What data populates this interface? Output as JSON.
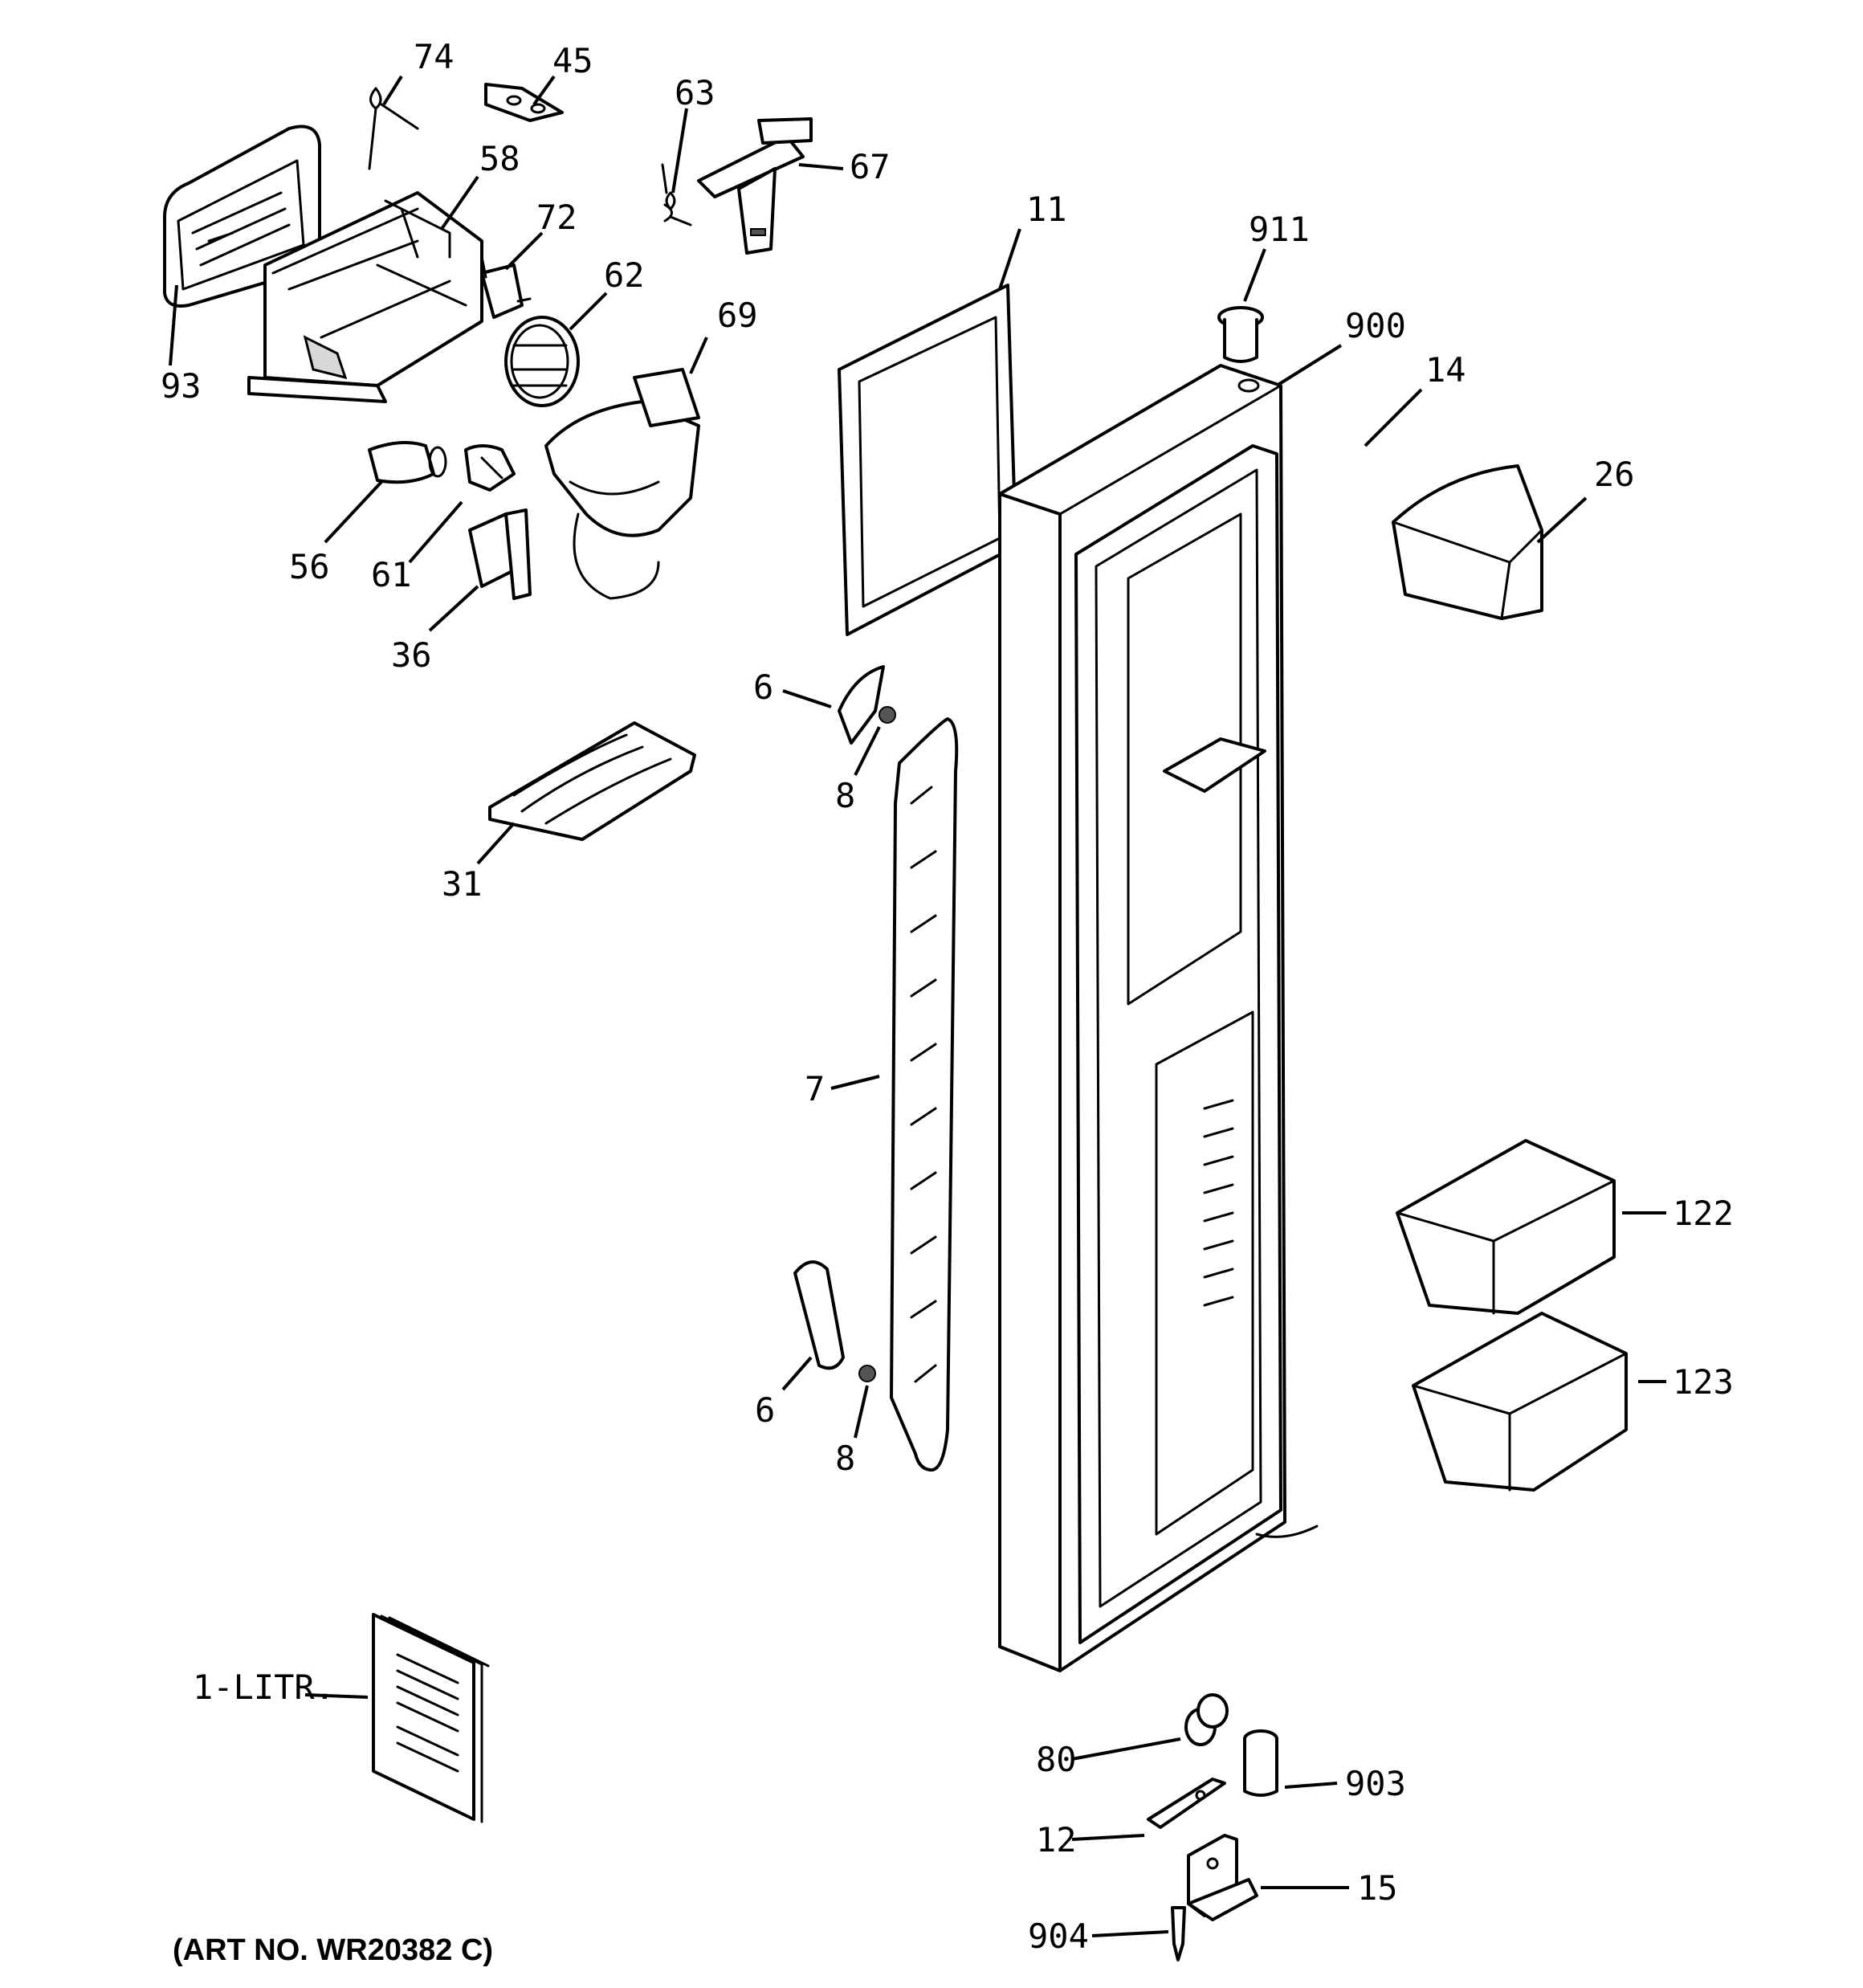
{
  "callouts": {
    "c74": "74",
    "c45": "45",
    "c63": "63",
    "c67": "67",
    "c58": "58",
    "c72": "72",
    "c62": "62",
    "c69": "69",
    "c93": "93",
    "c11": "11",
    "c911": "911",
    "c900": "900",
    "c14": "14",
    "c26": "26",
    "c56": "56",
    "c61": "61",
    "c36": "36",
    "c6a": "6",
    "c8a": "8",
    "c31": "31",
    "c7": "7",
    "c122": "122",
    "c123": "123",
    "c6b": "6",
    "c8b": "8",
    "c1litr": "1-LITR.",
    "c80": "80",
    "c903": "903",
    "c12": "12",
    "c15": "15",
    "c904": "904"
  },
  "art_number": "(ART NO. WR20382 C)"
}
